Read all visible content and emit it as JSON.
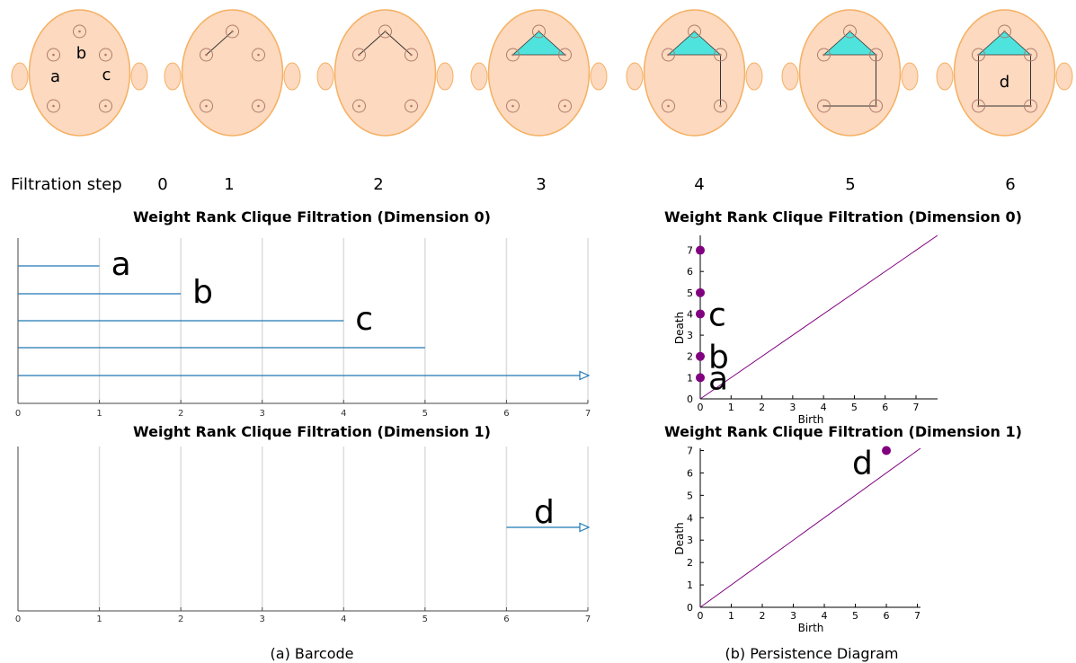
{
  "filtration_row": {
    "label": "Filtration step",
    "steps": [
      "0",
      "1",
      "2",
      "3",
      "4",
      "5",
      "6"
    ],
    "node_labels": [
      "a",
      "b",
      "c",
      "d"
    ]
  },
  "colors": {
    "head_fill": "#fcd9bf",
    "head_stroke": "#f5b062",
    "electrode": "#b07a6c",
    "edge": "#333333",
    "triangle": "#4fe3dd",
    "barcode_line": "#1f77b4",
    "grid": "#dddddd",
    "point": "#800080",
    "diagonal": "#800080"
  },
  "chart_data": [
    {
      "type": "barcode",
      "title": "Weight Rank Clique Filtration (Dimension 0)",
      "xlim": [
        0,
        7
      ],
      "xticks": [
        "0",
        "1",
        "2",
        "3",
        "4",
        "5",
        "6",
        "7"
      ],
      "grid": true,
      "bars": [
        {
          "start": 0,
          "end": 1,
          "label": "a",
          "arrow": false
        },
        {
          "start": 0,
          "end": 2,
          "label": "b",
          "arrow": false
        },
        {
          "start": 0,
          "end": 4,
          "label": "c",
          "arrow": false
        },
        {
          "start": 0,
          "end": 5,
          "label": "",
          "arrow": false
        },
        {
          "start": 0,
          "end": 7,
          "label": "",
          "arrow": true
        }
      ]
    },
    {
      "type": "barcode",
      "title": "Weight Rank Clique Filtration (Dimension 1)",
      "xlim": [
        0,
        7
      ],
      "xticks": [
        "0",
        "1",
        "2",
        "3",
        "4",
        "5",
        "6",
        "7"
      ],
      "grid": true,
      "bars": [
        {
          "start": 6,
          "end": 7,
          "label": "d",
          "arrow": true
        }
      ]
    },
    {
      "type": "scatter",
      "title": "Weight Rank Clique Filtration (Dimension 0)",
      "xlabel": "Birth",
      "ylabel": "Death",
      "xlim": [
        0,
        7.7
      ],
      "ylim": [
        0,
        7.7
      ],
      "xticks": [
        "0",
        "1",
        "2",
        "3",
        "4",
        "5",
        "6",
        "7"
      ],
      "yticks": [
        "0",
        "1",
        "2",
        "3",
        "4",
        "5",
        "6",
        "7"
      ],
      "points": [
        {
          "x": 0,
          "y": 1,
          "label": "a"
        },
        {
          "x": 0,
          "y": 2,
          "label": "b"
        },
        {
          "x": 0,
          "y": 4,
          "label": "c"
        },
        {
          "x": 0,
          "y": 5,
          "label": ""
        },
        {
          "x": 0,
          "y": 7,
          "label": ""
        }
      ],
      "diagonal": true
    },
    {
      "type": "scatter",
      "title": "Weight Rank Clique Filtration (Dimension 1)",
      "xlabel": "Birth",
      "ylabel": "Death",
      "xlim": [
        0,
        7.1
      ],
      "ylim": [
        0,
        7.1
      ],
      "xticks": [
        "0",
        "1",
        "2",
        "3",
        "4",
        "5",
        "6",
        "7"
      ],
      "yticks": [
        "0",
        "1",
        "2",
        "3",
        "4",
        "5",
        "6",
        "7"
      ],
      "points": [
        {
          "x": 6,
          "y": 7,
          "label": "d"
        }
      ],
      "diagonal": true
    }
  ],
  "captions": {
    "left": "(a) Barcode",
    "right": "(b) Persistence Diagram"
  }
}
